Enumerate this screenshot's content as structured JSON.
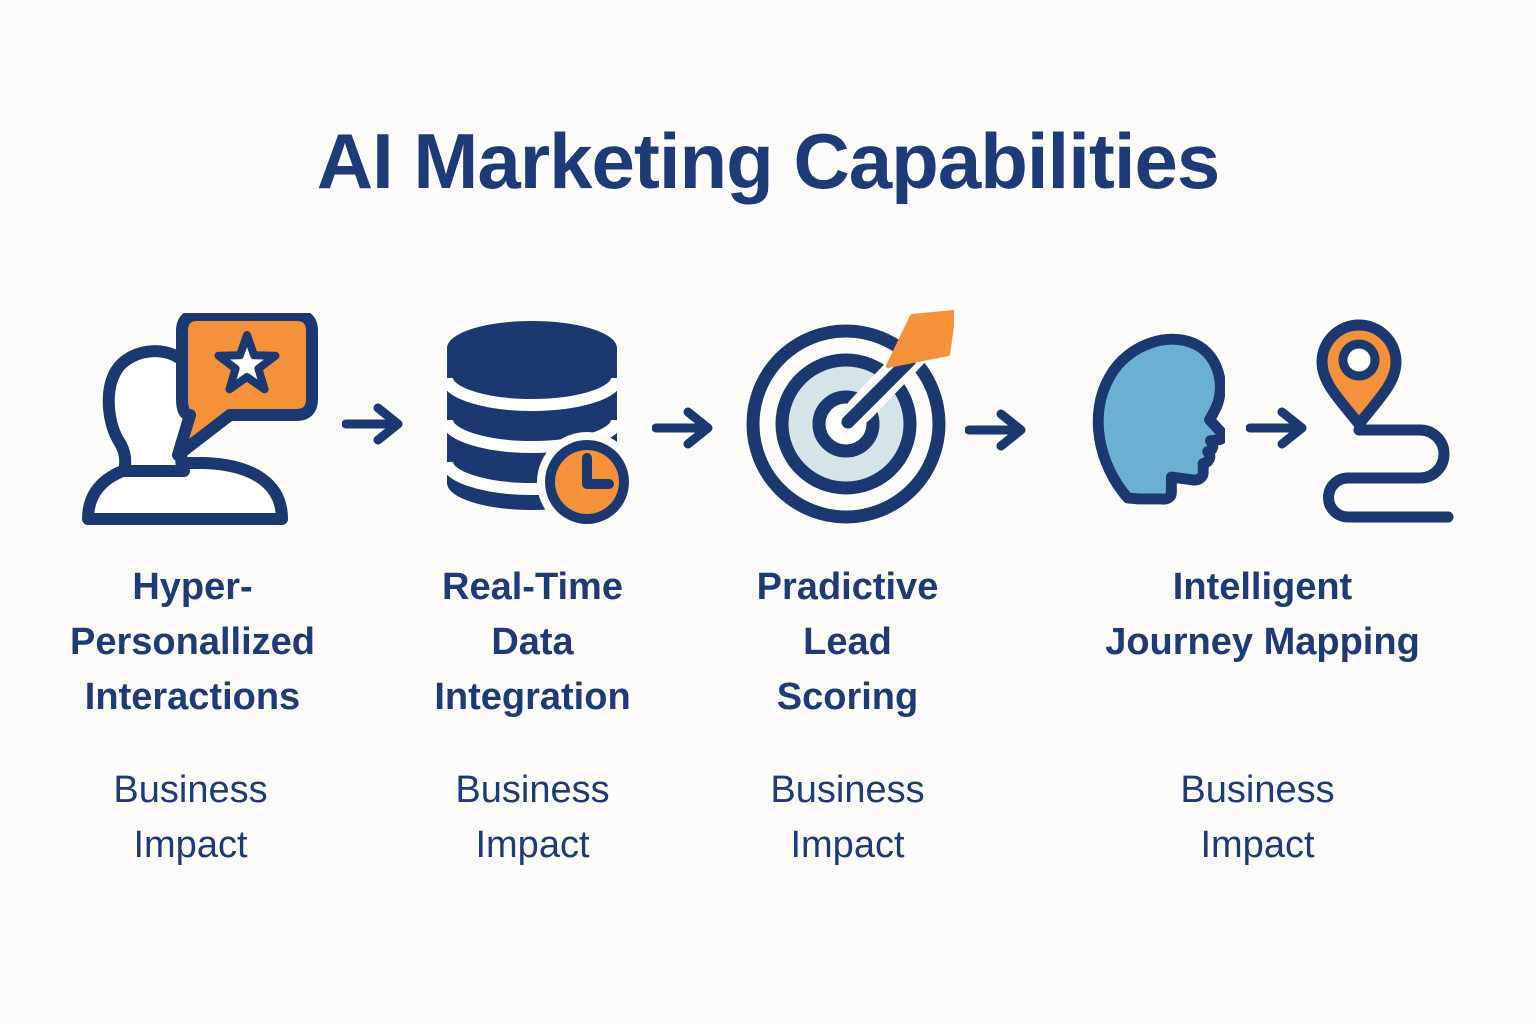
{
  "title": "AI Marketing Capabilities",
  "colors": {
    "navy": "#1B3870",
    "text_navy": "#1E3A78",
    "orange": "#F5913A",
    "light_blue": "#6BB0D3",
    "pale_blue": "#D5E4E9",
    "background": "#FDFCFA"
  },
  "connector": {
    "icon": "right-arrow-icon",
    "count": 4
  },
  "steps": [
    {
      "icon": "person-chat-star-icon",
      "title_lines": [
        "Hyper-",
        "Personallized",
        "Interactions"
      ],
      "impact_lines": [
        "Business",
        "Impact"
      ]
    },
    {
      "icon": "database-clock-icon",
      "title_lines": [
        "Real-Time",
        "Data",
        "Integration"
      ],
      "impact_lines": [
        "Business",
        "Impact"
      ]
    },
    {
      "icon": "target-dart-icon",
      "title_lines": [
        "Pradictive",
        "Lead",
        "Scoring"
      ],
      "impact_lines": [
        "Business",
        "Impact"
      ]
    },
    {
      "icon": "head-profile-icon, map-route-pin-icon",
      "title_lines": [
        "Intelligent",
        "Journey Mapping"
      ],
      "impact_lines": [
        "Business",
        "Impact"
      ]
    }
  ]
}
